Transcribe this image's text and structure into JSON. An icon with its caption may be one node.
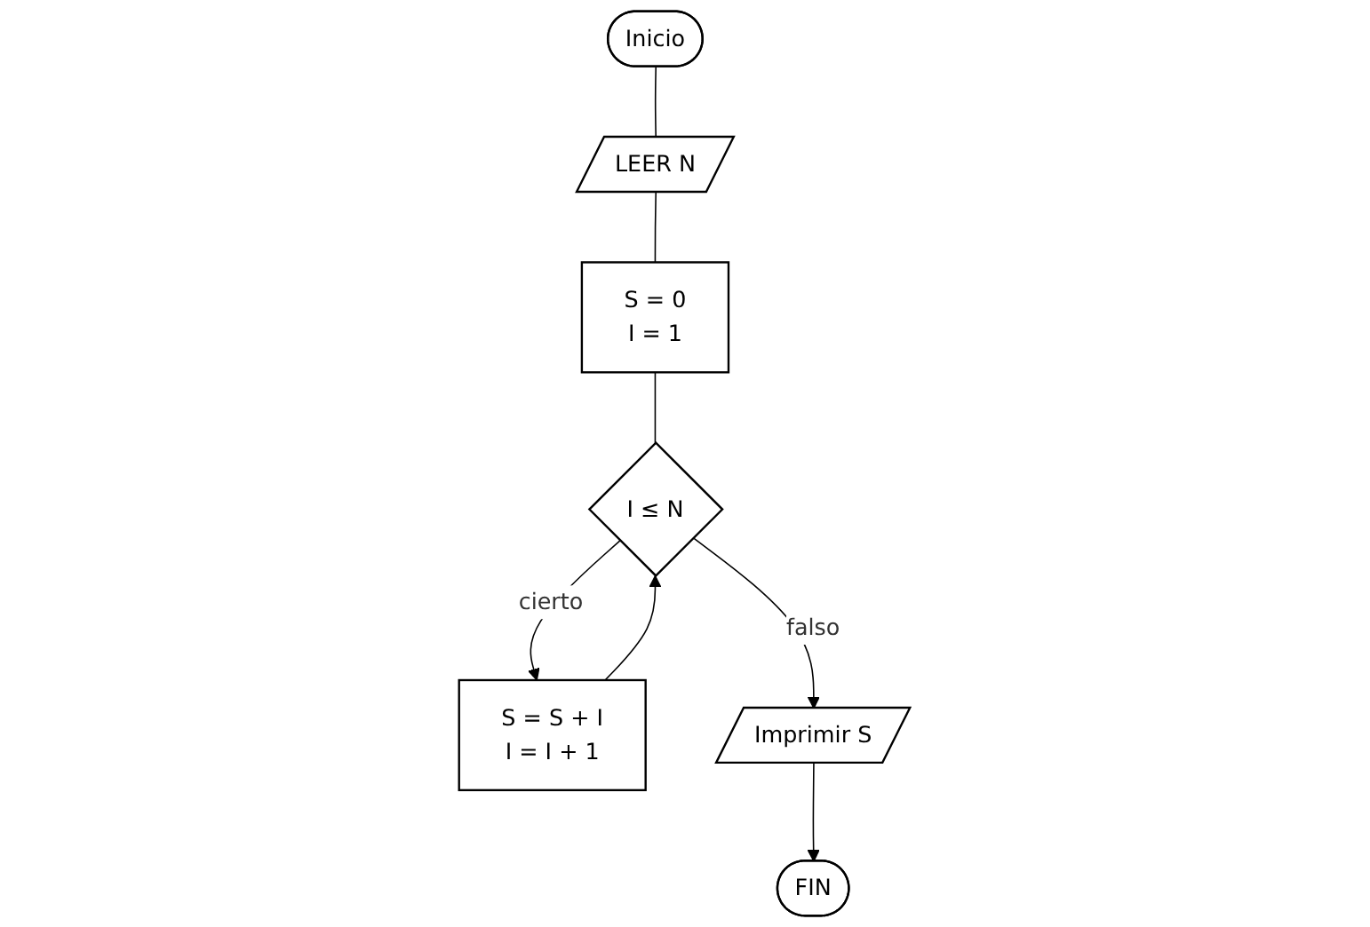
{
  "diagram": {
    "nodes": [
      {
        "text": [
          "Inicio"
        ]
      },
      {
        "text": [
          "LEER N"
        ]
      },
      {
        "text": [
          "S = 0",
          "I = 1"
        ]
      },
      {
        "text": [
          "I ≤ N"
        ]
      },
      {
        "text": [
          "S = S + I",
          "I = I + 1"
        ]
      },
      {
        "text": [
          "Imprimir S"
        ]
      },
      {
        "text": [
          "FIN"
        ]
      }
    ],
    "edges": [
      {
        "from": 0,
        "to": 1,
        "arrow": "none"
      },
      {
        "from": 1,
        "to": 2,
        "arrow": "none"
      },
      {
        "from": 2,
        "to": 3,
        "arrow": "none"
      },
      {
        "from": 3,
        "to": 4,
        "arrow": "to",
        "label": "cierto"
      },
      {
        "from": 4,
        "to": 3,
        "arrow": "to"
      },
      {
        "from": 3,
        "to": 5,
        "arrow": "to",
        "label": "falso"
      },
      {
        "from": 5,
        "to": 6,
        "arrow": "to"
      }
    ]
  }
}
